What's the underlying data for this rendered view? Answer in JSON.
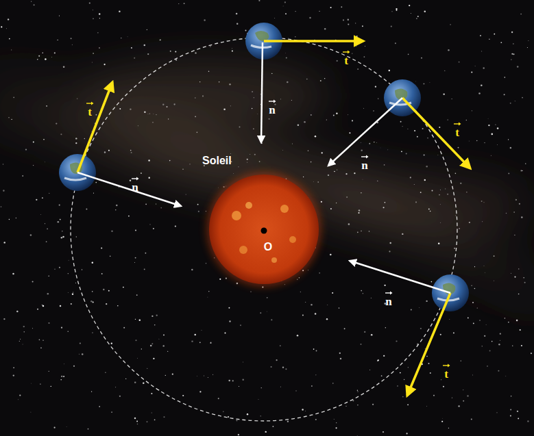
{
  "diagram": {
    "nodes": [
      {
        "text": [
          "Soleil",
          "O"
        ]
      }
    ],
    "labels": [
      "t",
      "n",
      "t",
      "n",
      "t",
      "n",
      "n",
      "t"
    ]
  }
}
